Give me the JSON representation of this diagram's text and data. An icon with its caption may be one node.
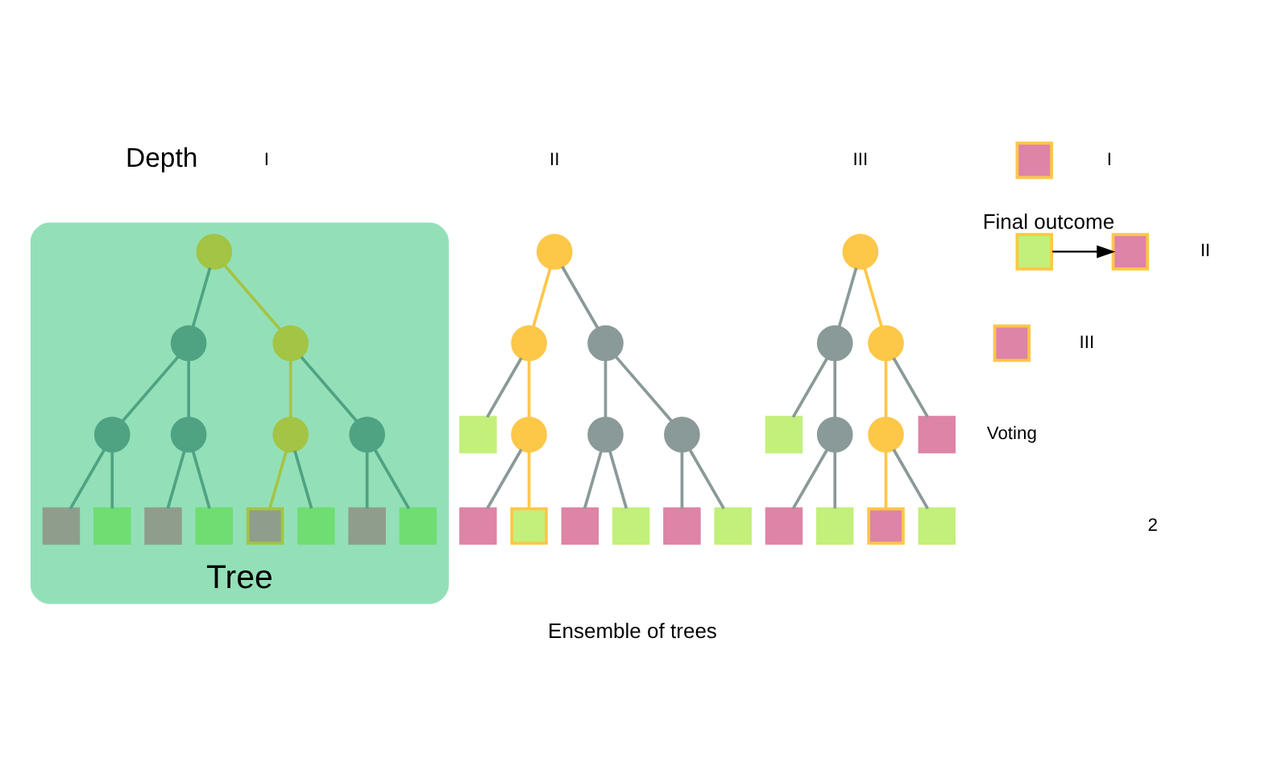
{
  "diagram": {
    "caption": "Ensemble of trees",
    "nodes": [
      {
        "text": [
          "Tree"
        ]
      },
      {
        "text": [],
        "shape": "circle",
        "in": 0
      },
      {
        "text": [],
        "shape": "circle",
        "in": 0
      },
      {
        "text": [],
        "shape": "circle",
        "in": 0
      },
      {
        "text": [],
        "shape": "circle",
        "in": 0
      },
      {
        "text": [],
        "shape": "circle",
        "in": 0
      },
      {
        "text": [],
        "shape": "circle",
        "in": 0
      },
      {
        "text": [],
        "shape": "circle",
        "in": 0
      },
      {
        "text": [],
        "shape": "box",
        "in": 0
      },
      {
        "text": [],
        "shape": "box",
        "in": 0
      },
      {
        "text": [],
        "shape": "box",
        "in": 0
      },
      {
        "text": [],
        "shape": "box",
        "in": 0
      },
      {
        "text": [],
        "shape": "box",
        "in": 0
      },
      {
        "text": [],
        "shape": "box",
        "in": 0
      },
      {
        "text": [],
        "shape": "box",
        "in": 0
      },
      {
        "text": [],
        "shape": "box",
        "in": 0
      },
      {
        "text": [],
        "shape": "circle"
      },
      {
        "text": [],
        "shape": "circle"
      },
      {
        "text": [],
        "shape": "circle"
      },
      {
        "text": [],
        "shape": "box"
      },
      {
        "text": [],
        "shape": "circle"
      },
      {
        "text": [],
        "shape": "box"
      },
      {
        "text": [],
        "shape": "box"
      },
      {
        "text": [],
        "shape": "circle"
      },
      {
        "text": [],
        "shape": "circle"
      },
      {
        "text": [],
        "shape": "box"
      },
      {
        "text": [],
        "shape": "box"
      },
      {
        "text": [],
        "shape": "box"
      },
      {
        "text": [],
        "shape": "box"
      },
      {
        "text": [],
        "shape": "circle"
      },
      {
        "text": [],
        "shape": "circle"
      },
      {
        "text": [],
        "shape": "circle"
      },
      {
        "text": [],
        "shape": "box"
      },
      {
        "text": [],
        "shape": "circle"
      },
      {
        "text": [],
        "shape": "box"
      },
      {
        "text": [],
        "shape": "box"
      },
      {
        "text": [],
        "shape": "circle"
      },
      {
        "text": [],
        "shape": "box"
      },
      {
        "text": [],
        "shape": "box"
      },
      {
        "text": [],
        "shape": "box"
      },
      {
        "text": [],
        "shape": "box"
      },
      {
        "text": [],
        "shape": "box"
      },
      {
        "text": [],
        "shape": "box"
      },
      {
        "text": [],
        "shape": "box",
        "beside": [
          "Final outcome"
        ]
      }
    ],
    "edges": [
      {
        "from": 1,
        "to": 2,
        "arrow": "none",
        "color": "#4fa383"
      },
      {
        "from": 1,
        "to": 3,
        "arrow": "none",
        "color": "#a3c444"
      },
      {
        "from": 2,
        "to": 4,
        "arrow": "none",
        "color": "#4fa383"
      },
      {
        "from": 2,
        "to": 5,
        "arrow": "none",
        "color": "#4fa383"
      },
      {
        "from": 3,
        "to": 6,
        "arrow": "none",
        "color": "#a3c444"
      },
      {
        "from": 3,
        "to": 7,
        "arrow": "none",
        "color": "#4fa383"
      },
      {
        "from": 4,
        "to": 8,
        "arrow": "none",
        "color": "#4fa383"
      },
      {
        "from": 4,
        "to": 9,
        "arrow": "none",
        "color": "#4fa383"
      },
      {
        "from": 5,
        "to": 10,
        "arrow": "none",
        "color": "#4fa383"
      },
      {
        "from": 5,
        "to": 11,
        "arrow": "none",
        "color": "#4fa383"
      },
      {
        "from": 6,
        "to": 12,
        "arrow": "none",
        "color": "#a3c444"
      },
      {
        "from": 6,
        "to": 13,
        "arrow": "none",
        "color": "#4fa383"
      },
      {
        "from": 7,
        "to": 14,
        "arrow": "none",
        "color": "#4fa383"
      },
      {
        "from": 7,
        "to": 15,
        "arrow": "none",
        "color": "#4fa383"
      },
      {
        "from": 16,
        "to": 17,
        "arrow": "none",
        "color": "#fdc748"
      },
      {
        "from": 16,
        "to": 18,
        "arrow": "none"
      },
      {
        "from": 17,
        "to": 19,
        "arrow": "none"
      },
      {
        "from": 17,
        "to": 20,
        "arrow": "none",
        "color": "#fdc748"
      },
      {
        "from": 20,
        "to": 21,
        "arrow": "none"
      },
      {
        "from": 20,
        "to": 22,
        "arrow": "none",
        "color": "#fdc748"
      },
      {
        "from": 18,
        "to": 23,
        "arrow": "none"
      },
      {
        "from": 18,
        "to": 24,
        "arrow": "none"
      },
      {
        "from": 23,
        "to": 25,
        "arrow": "none"
      },
      {
        "from": 23,
        "to": 26,
        "arrow": "none"
      },
      {
        "from": 24,
        "to": 27,
        "arrow": "none"
      },
      {
        "from": 24,
        "to": 28,
        "arrow": "none"
      },
      {
        "from": 29,
        "to": 30,
        "arrow": "none"
      },
      {
        "from": 29,
        "to": 31,
        "arrow": "none",
        "color": "#fdc748"
      },
      {
        "from": 30,
        "to": 32,
        "arrow": "none"
      },
      {
        "from": 30,
        "to": 33,
        "arrow": "none"
      },
      {
        "from": 33,
        "to": 34,
        "arrow": "none"
      },
      {
        "from": 33,
        "to": 35,
        "arrow": "none"
      },
      {
        "from": 31,
        "to": 36,
        "arrow": "none",
        "color": "#fdc748"
      },
      {
        "from": 31,
        "to": 37,
        "arrow": "none"
      },
      {
        "from": 36,
        "to": 38,
        "arrow": "none",
        "color": "#fdc748"
      },
      {
        "from": 36,
        "to": 39,
        "arrow": "none"
      },
      {
        "from": 41,
        "to": 43,
        "arrow": "to",
        "color": "#000000"
      }
    ],
    "labels": [
      "Depth",
      "I",
      "II",
      "III",
      "I",
      "II",
      "III",
      "Voting",
      "2"
    ]
  }
}
